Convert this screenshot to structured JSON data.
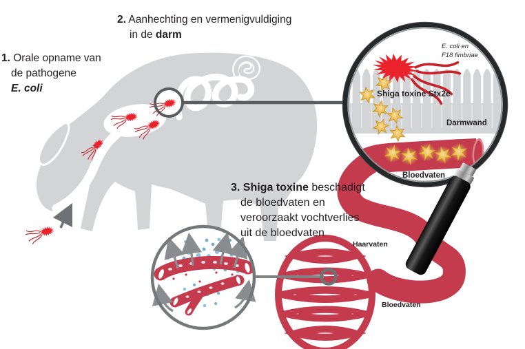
{
  "steps": {
    "s1": {
      "num": "1.",
      "l1": "Orale opname van",
      "l2": "de pathogene",
      "l3": "E. coli"
    },
    "s2": {
      "num": "2.",
      "l1": "Aanhechting en vermenigvuldiging",
      "l2_pre": "in de ",
      "l2_bold": "darm"
    },
    "s3": {
      "bold": "3. Shiga toxine",
      "l1_rest": " beschadigt",
      "l2": "de bloedvaten en",
      "l3": "veroorzaakt vochtverlies",
      "l4": "uit de bloedvaten"
    }
  },
  "magnifier": {
    "ecoli_label_l1": "E. coli en",
    "ecoli_label_l2": "F18 fimbriae",
    "toxin_label": "Shiga toxine Stx2e",
    "wall_label": "Darmwand",
    "vessel_label": "Bloedvaten"
  },
  "network": {
    "capillaries_label": "Haarvaten",
    "vessel_label": "Bloedvaten"
  },
  "colors": {
    "pig_gray": "#D2D4D6",
    "vessel_red": "#C33B4D",
    "bacteria_red": "#E9222B",
    "toxin_gold": "#EBB549",
    "droplet_blue": "#8CC3DF",
    "arrow_gray": "#8A8D8F",
    "text_dark": "#231F20"
  },
  "icons": {
    "magnifier": "magnifying-glass",
    "bacterium": "e-coli-bacterium",
    "toxin": "six-point-star",
    "droplets": "fluid-droplets",
    "arrows": "fluid-loss-arrows"
  }
}
